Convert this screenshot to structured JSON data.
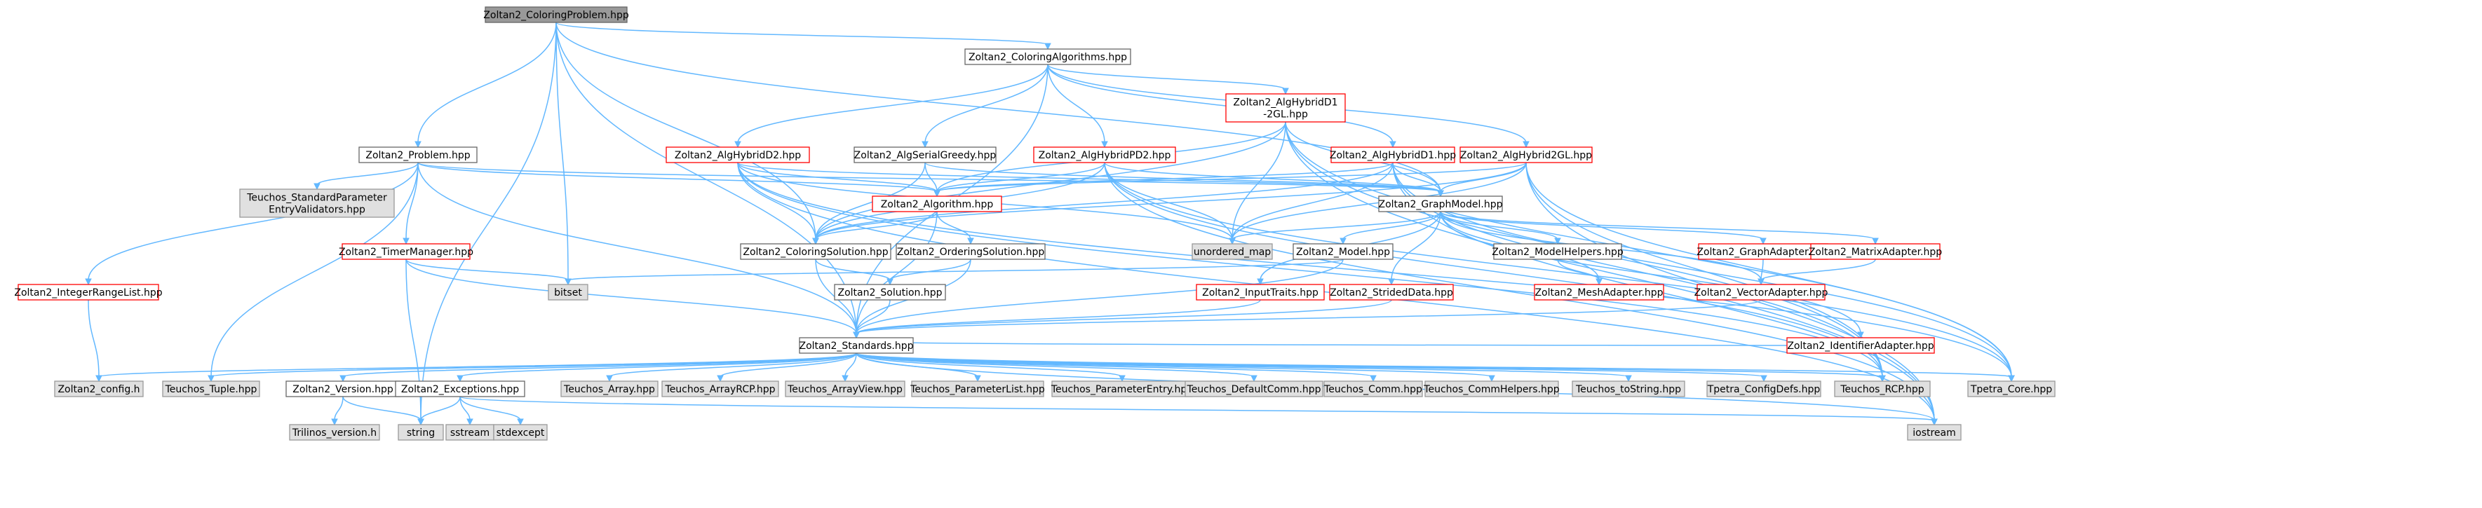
{
  "diagram": {
    "title": "Zoltan2_ColoringProblem.hpp include dependency graph",
    "colors": {
      "edge": "#63b8ff",
      "root_fill": "#999999",
      "root_border": "#666666",
      "normal_fill": "#ffffff",
      "normal_border": "#666666",
      "truncated_border": "#ff0000",
      "external_fill": "#e0e0e0",
      "external_border": "#999999"
    },
    "nodes": [
      {
        "id": "root",
        "lines": [
          "Zoltan2_ColoringProblem.hpp"
        ],
        "style": "root"
      },
      {
        "id": "coloringAlgs",
        "lines": [
          "Zoltan2_ColoringAlgorithms.hpp"
        ],
        "style": "normal"
      },
      {
        "id": "hybridD1_2GL",
        "lines": [
          "Zoltan2_AlgHybridD1",
          "-2GL.hpp"
        ],
        "style": "truncated"
      },
      {
        "id": "problem",
        "lines": [
          "Zoltan2_Problem.hpp"
        ],
        "style": "normal"
      },
      {
        "id": "hybridPD2",
        "lines": [
          "Zoltan2_AlgHybridPD2.hpp"
        ],
        "style": "truncated"
      },
      {
        "id": "serialGreedy",
        "lines": [
          "Zoltan2_AlgSerialGreedy.hpp"
        ],
        "style": "normal"
      },
      {
        "id": "hybridD2",
        "lines": [
          "Zoltan2_AlgHybridD2.hpp"
        ],
        "style": "truncated"
      },
      {
        "id": "hybridD1",
        "lines": [
          "Zoltan2_AlgHybridD1.hpp"
        ],
        "style": "truncated"
      },
      {
        "id": "hybrid2GL",
        "lines": [
          "Zoltan2_AlgHybrid2GL.hpp"
        ],
        "style": "truncated"
      },
      {
        "id": "teuchosSPEV",
        "lines": [
          "Teuchos_StandardParameter",
          "EntryValidators.hpp"
        ],
        "style": "external"
      },
      {
        "id": "algorithm",
        "lines": [
          "Zoltan2_Algorithm.hpp"
        ],
        "style": "truncated"
      },
      {
        "id": "graphModel",
        "lines": [
          "Zoltan2_GraphModel.hpp"
        ],
        "style": "normal"
      },
      {
        "id": "timerMgr",
        "lines": [
          "Zoltan2_TimerManager.hpp"
        ],
        "style": "truncated"
      },
      {
        "id": "coloringSol",
        "lines": [
          "Zoltan2_ColoringSolution.hpp"
        ],
        "style": "normal"
      },
      {
        "id": "unorderedMap",
        "lines": [
          "unordered_map"
        ],
        "style": "external"
      },
      {
        "id": "orderingSol",
        "lines": [
          "Zoltan2_OrderingSolution.hpp"
        ],
        "style": "normal"
      },
      {
        "id": "model",
        "lines": [
          "Zoltan2_Model.hpp"
        ],
        "style": "normal"
      },
      {
        "id": "modelHelpers",
        "lines": [
          "Zoltan2_ModelHelpers.hpp"
        ],
        "style": "normal"
      },
      {
        "id": "graphAdapter",
        "lines": [
          "Zoltan2_GraphAdapter.hpp"
        ],
        "style": "truncated"
      },
      {
        "id": "matrixAdapter",
        "lines": [
          "Zoltan2_MatrixAdapter.hpp"
        ],
        "style": "truncated"
      },
      {
        "id": "bitset",
        "lines": [
          "bitset"
        ],
        "style": "external"
      },
      {
        "id": "integerRange",
        "lines": [
          "Zoltan2_IntegerRangeList.hpp"
        ],
        "style": "truncated"
      },
      {
        "id": "solution",
        "lines": [
          "Zoltan2_Solution.hpp"
        ],
        "style": "normal"
      },
      {
        "id": "inputTraits",
        "lines": [
          "Zoltan2_InputTraits.hpp"
        ],
        "style": "truncated"
      },
      {
        "id": "stridedData",
        "lines": [
          "Zoltan2_StridedData.hpp"
        ],
        "style": "truncated"
      },
      {
        "id": "meshAdapter",
        "lines": [
          "Zoltan2_MeshAdapter.hpp"
        ],
        "style": "truncated"
      },
      {
        "id": "vectorAdapter",
        "lines": [
          "Zoltan2_VectorAdapter.hpp"
        ],
        "style": "truncated"
      },
      {
        "id": "standards",
        "lines": [
          "Zoltan2_Standards.hpp"
        ],
        "style": "normal"
      },
      {
        "id": "identAdapter",
        "lines": [
          "Zoltan2_IdentifierAdapter.hpp"
        ],
        "style": "truncated"
      },
      {
        "id": "config",
        "lines": [
          "Zoltan2_config.h"
        ],
        "style": "external"
      },
      {
        "id": "teuchosTuple",
        "lines": [
          "Teuchos_Tuple.hpp"
        ],
        "style": "external"
      },
      {
        "id": "version",
        "lines": [
          "Zoltan2_Version.hpp"
        ],
        "style": "normal"
      },
      {
        "id": "exceptions",
        "lines": [
          "Zoltan2_Exceptions.hpp"
        ],
        "style": "normal"
      },
      {
        "id": "teuchosArray",
        "lines": [
          "Teuchos_Array.hpp"
        ],
        "style": "external"
      },
      {
        "id": "teuchosArrayRCP",
        "lines": [
          "Teuchos_ArrayRCP.hpp"
        ],
        "style": "external"
      },
      {
        "id": "teuchosArrayView",
        "lines": [
          "Teuchos_ArrayView.hpp"
        ],
        "style": "external"
      },
      {
        "id": "teuchosParamList",
        "lines": [
          "Teuchos_ParameterList.hpp"
        ],
        "style": "external"
      },
      {
        "id": "teuchosParamEntry",
        "lines": [
          "Teuchos_ParameterEntry.hpp"
        ],
        "style": "external"
      },
      {
        "id": "teuchosDefComm",
        "lines": [
          "Teuchos_DefaultComm.hpp"
        ],
        "style": "external"
      },
      {
        "id": "teuchosComm",
        "lines": [
          "Teuchos_Comm.hpp"
        ],
        "style": "external"
      },
      {
        "id": "teuchosCommHelpers",
        "lines": [
          "Teuchos_CommHelpers.hpp"
        ],
        "style": "external"
      },
      {
        "id": "teuchosToString",
        "lines": [
          "Teuchos_toString.hpp"
        ],
        "style": "external"
      },
      {
        "id": "tpetraConfig",
        "lines": [
          "Tpetra_ConfigDefs.hpp"
        ],
        "style": "external"
      },
      {
        "id": "teuchosRCP",
        "lines": [
          "Teuchos_RCP.hpp"
        ],
        "style": "external"
      },
      {
        "id": "tpetraCore",
        "lines": [
          "Tpetra_Core.hpp"
        ],
        "style": "external"
      },
      {
        "id": "trilinosVersion",
        "lines": [
          "Trilinos_version.h"
        ],
        "style": "external"
      },
      {
        "id": "string",
        "lines": [
          "string"
        ],
        "style": "external"
      },
      {
        "id": "sstream",
        "lines": [
          "sstream"
        ],
        "style": "external"
      },
      {
        "id": "stdexcept",
        "lines": [
          "stdexcept"
        ],
        "style": "external"
      },
      {
        "id": "iostream",
        "lines": [
          "iostream"
        ],
        "style": "external"
      }
    ],
    "edges": [
      [
        "root",
        "coloringAlgs"
      ],
      [
        "root",
        "problem"
      ],
      [
        "root",
        "coloringSol"
      ],
      [
        "root",
        "bitset"
      ],
      [
        "root",
        "standards"
      ],
      [
        "root",
        "string"
      ],
      [
        "root",
        "graphModel"
      ],
      [
        "coloringAlgs",
        "hybridD1_2GL"
      ],
      [
        "coloringAlgs",
        "hybridPD2"
      ],
      [
        "coloringAlgs",
        "serialGreedy"
      ],
      [
        "coloringAlgs",
        "hybridD2"
      ],
      [
        "coloringAlgs",
        "hybridD1"
      ],
      [
        "coloringAlgs",
        "hybrid2GL"
      ],
      [
        "coloringAlgs",
        "standards"
      ],
      [
        "hybridD1_2GL",
        "algorithm"
      ],
      [
        "hybridD1_2GL",
        "coloringSol"
      ],
      [
        "hybridD1_2GL",
        "graphModel"
      ],
      [
        "hybridD1_2GL",
        "unorderedMap"
      ],
      [
        "hybridD1_2GL",
        "teuchosRCP"
      ],
      [
        "hybridD1_2GL",
        "tpetraCore"
      ],
      [
        "hybridD1_2GL",
        "iostream"
      ],
      [
        "problem",
        "teuchosSPEV"
      ],
      [
        "problem",
        "algorithm"
      ],
      [
        "problem",
        "timerMgr"
      ],
      [
        "problem",
        "integerRange"
      ],
      [
        "problem",
        "standards"
      ],
      [
        "problem",
        "teuchosTuple"
      ],
      [
        "problem",
        "graphModel"
      ],
      [
        "hybridPD2",
        "algorithm"
      ],
      [
        "hybridPD2",
        "coloringSol"
      ],
      [
        "hybridPD2",
        "graphModel"
      ],
      [
        "hybridPD2",
        "unorderedMap"
      ],
      [
        "hybridPD2",
        "teuchosRCP"
      ],
      [
        "hybridPD2",
        "tpetraCore"
      ],
      [
        "hybridPD2",
        "iostream"
      ],
      [
        "serialGreedy",
        "algorithm"
      ],
      [
        "serialGreedy",
        "coloringSol"
      ],
      [
        "serialGreedy",
        "graphModel"
      ],
      [
        "hybridD2",
        "algorithm"
      ],
      [
        "hybridD2",
        "coloringSol"
      ],
      [
        "hybridD2",
        "graphModel"
      ],
      [
        "hybridD2",
        "unorderedMap"
      ],
      [
        "hybridD2",
        "teuchosRCP"
      ],
      [
        "hybridD2",
        "tpetraCore"
      ],
      [
        "hybridD2",
        "iostream"
      ],
      [
        "hybridD1",
        "algorithm"
      ],
      [
        "hybridD1",
        "coloringSol"
      ],
      [
        "hybridD1",
        "graphModel"
      ],
      [
        "hybridD1",
        "unorderedMap"
      ],
      [
        "hybridD1",
        "teuchosRCP"
      ],
      [
        "hybridD1",
        "tpetraCore"
      ],
      [
        "hybridD1",
        "iostream"
      ],
      [
        "hybrid2GL",
        "algorithm"
      ],
      [
        "hybrid2GL",
        "coloringSol"
      ],
      [
        "hybrid2GL",
        "graphModel"
      ],
      [
        "hybrid2GL",
        "unorderedMap"
      ],
      [
        "hybrid2GL",
        "teuchosRCP"
      ],
      [
        "hybrid2GL",
        "tpetraCore"
      ],
      [
        "hybrid2GL",
        "iostream"
      ],
      [
        "algorithm",
        "coloringSol"
      ],
      [
        "algorithm",
        "orderingSol"
      ],
      [
        "algorithm",
        "standards"
      ],
      [
        "graphModel",
        "model"
      ],
      [
        "graphModel",
        "modelHelpers"
      ],
      [
        "graphModel",
        "graphAdapter"
      ],
      [
        "graphModel",
        "matrixAdapter"
      ],
      [
        "graphModel",
        "meshAdapter"
      ],
      [
        "graphModel",
        "vectorAdapter"
      ],
      [
        "graphModel",
        "inputTraits"
      ],
      [
        "graphModel",
        "stridedData"
      ],
      [
        "graphModel",
        "identAdapter"
      ],
      [
        "graphModel",
        "unorderedMap"
      ],
      [
        "timerMgr",
        "bitset"
      ],
      [
        "timerMgr",
        "standards"
      ],
      [
        "timerMgr",
        "string"
      ],
      [
        "coloringSol",
        "solution"
      ],
      [
        "coloringSol",
        "standards"
      ],
      [
        "orderingSol",
        "solution"
      ],
      [
        "orderingSol",
        "standards"
      ],
      [
        "model",
        "standards"
      ],
      [
        "model",
        "bitset"
      ],
      [
        "modelHelpers",
        "meshAdapter"
      ],
      [
        "graphAdapter",
        "vectorAdapter"
      ],
      [
        "matrixAdapter",
        "vectorAdapter"
      ],
      [
        "integerRange",
        "config"
      ],
      [
        "solution",
        "standards"
      ],
      [
        "inputTraits",
        "standards"
      ],
      [
        "stridedData",
        "standards"
      ],
      [
        "vectorAdapter",
        "standards"
      ],
      [
        "identAdapter",
        "standards"
      ],
      [
        "standards",
        "config"
      ],
      [
        "standards",
        "teuchosTuple"
      ],
      [
        "standards",
        "version"
      ],
      [
        "standards",
        "exceptions"
      ],
      [
        "standards",
        "teuchosArray"
      ],
      [
        "standards",
        "teuchosArrayRCP"
      ],
      [
        "standards",
        "teuchosArrayView"
      ],
      [
        "standards",
        "teuchosParamList"
      ],
      [
        "standards",
        "teuchosParamEntry"
      ],
      [
        "standards",
        "teuchosDefComm"
      ],
      [
        "standards",
        "teuchosComm"
      ],
      [
        "standards",
        "teuchosCommHelpers"
      ],
      [
        "standards",
        "teuchosToString"
      ],
      [
        "standards",
        "tpetraConfig"
      ],
      [
        "standards",
        "teuchosRCP"
      ],
      [
        "standards",
        "tpetraCore"
      ],
      [
        "standards",
        "iostream"
      ],
      [
        "version",
        "trilinosVersion"
      ],
      [
        "version",
        "string"
      ],
      [
        "exceptions",
        "string"
      ],
      [
        "exceptions",
        "sstream"
      ],
      [
        "exceptions",
        "stdexcept"
      ],
      [
        "exceptions",
        "iostream"
      ]
    ]
  }
}
